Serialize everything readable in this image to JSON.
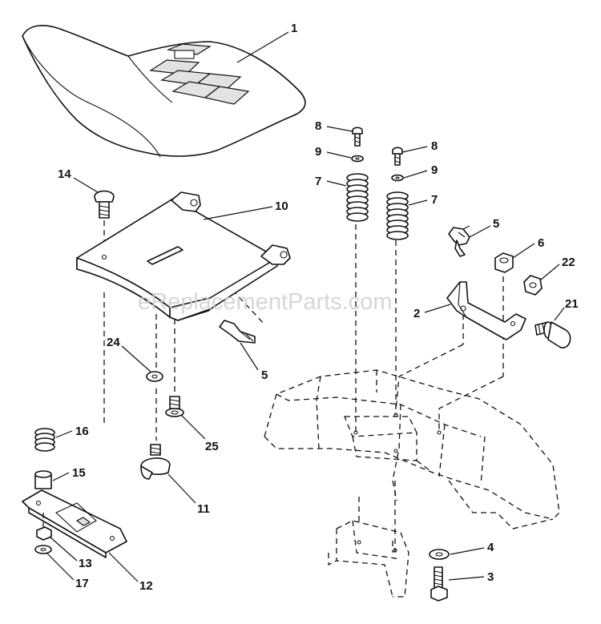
{
  "watermark": "eReplacementParts.com",
  "callouts": {
    "seat": "1",
    "bracket_2": "2",
    "bolt_3": "3",
    "washer_4": "4",
    "clip_5_upper": "5",
    "clip_5_lower": "5",
    "nut_6": "6",
    "spring_7_left": "7",
    "spring_7_right": "7",
    "bolt_8_left": "8",
    "bolt_8_right": "8",
    "washer_9_left": "9",
    "washer_9_right": "9",
    "seat_pan": "10",
    "knob_11": "11",
    "slide_plate": "12",
    "nut_13": "13",
    "bolt_14": "14",
    "spacer_15": "15",
    "spring_16": "16",
    "washer_17": "17",
    "bolt_21": "21",
    "nut_22": "22",
    "washer_24": "24",
    "bolt_25": "25"
  }
}
